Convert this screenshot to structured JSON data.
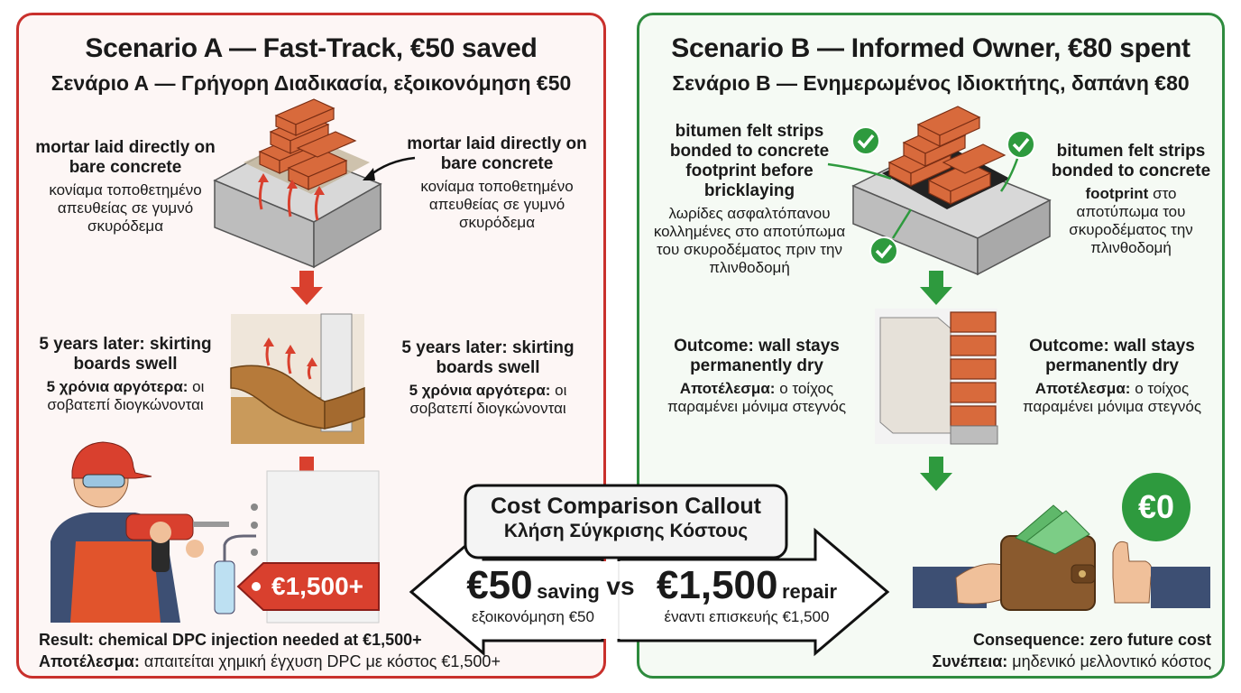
{
  "scenario_a": {
    "title_en": "Scenario A — Fast-Track, €50 saved",
    "title_gr": "Σενάριο Α — Γρήγορη Διαδικασία, εξοικονόμηση €50",
    "step1_left_en": "mortar laid directly on bare concrete",
    "step1_left_gr": "κονίαμα τοποθετημένο απευθείας σε γυμνό σκυρόδεμα",
    "step1_right_en": "mortar laid directly on bare concrete",
    "step1_right_gr": "κονίαμα τοποθετημένο απευθείας σε γυμνό σκυρόδεμα",
    "step2_left_en": "5 years later: skirting boards swell",
    "step2_left_gr_bold": "5 χρόνια αργότερα:",
    "step2_left_gr": "οι σοβατεπί διογκώνονται",
    "step2_right_en": "5 years later: skirting boards swell",
    "step2_right_gr_bold": "5 χρόνια αργότερα:",
    "step2_right_gr": "οι σοβατεπί διογκώνονται",
    "price_tag": "€1,500+",
    "result_en": "Result: chemical DPC injection needed at €1,500+",
    "result_gr_bold": "Αποτέλεσμα:",
    "result_gr": "απαιτείται χημική έγχυση DPC με κόστος €1,500+"
  },
  "scenario_b": {
    "title_en": "Scenario B — Informed Owner, €80 spent",
    "title_gr": "Σενάριο Β — Ενημερωμένος Ιδιοκτήτης, δαπάνη €80",
    "step1_left_en": "bitumen felt strips bonded to concrete footprint before bricklaying",
    "step1_left_gr": "λωρίδες ασφαλτόπανου κολλημένες στο αποτύπωμα του σκυροδέματος πριν την πλινθοδομή",
    "step1_right_en": "bitumen felt strips bonded to concrete",
    "step1_right_en_bold2": "footprint",
    "step1_right_en_tail": "στο",
    "step1_right_gr": "αποτύπωμα του σκυροδέματος την πλινθοδομή",
    "step2_left_en": "Outcome: wall stays permanently dry",
    "step2_left_gr_bold": "Αποτέλεσμα:",
    "step2_left_gr": "ο τοίχος παραμένει μόνιμα στεγνός",
    "step2_right_en": "Outcome: wall stays permanently dry",
    "step2_right_gr_bold": "Αποτέλεσμα:",
    "step2_right_gr": "ο τοίχος παραμένει μόνιμα στεγνός",
    "badge": "€0",
    "result_en": "Consequence: zero future cost",
    "result_gr_bold": "Συνέπεια:",
    "result_gr": "μηδενικό μελλοντικό κόστος"
  },
  "callout": {
    "title_en": "Cost Comparison Callout",
    "title_gr": "Κλήση Σύγκρισης Κόστους",
    "left_amount": "€50",
    "left_word": "saving",
    "left_gr": "εξοικονόμηση €50",
    "vs": "vs",
    "right_amount": "€1,500",
    "right_word": "repair",
    "right_gr": "έναντι επισκευής €1,500"
  },
  "colors": {
    "red": "#c9302c",
    "green": "#2e8b3e",
    "brick": "#d86a3c",
    "concrete": "#c9c9c9"
  }
}
